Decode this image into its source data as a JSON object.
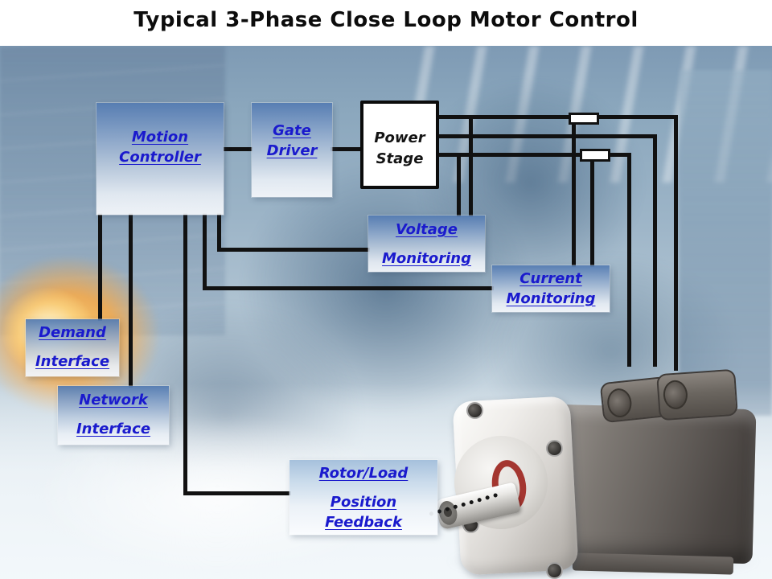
{
  "title": "Typical 3-Phase Close Loop Motor Control",
  "colors": {
    "link_text": "#1a1acd",
    "wire": "#111111",
    "shunt_fill": "#ffffff",
    "power_stage_text": "#141414"
  },
  "blocks": {
    "motion_controller": {
      "line1": "Motion",
      "line2": "Controller"
    },
    "gate_driver": {
      "line1": "Gate",
      "line2": "Driver"
    },
    "power_stage": {
      "line1": "Power",
      "line2": "Stage"
    },
    "voltage_monitoring": {
      "line1": "Voltage",
      "line2": "Monitoring"
    },
    "current_monitoring": {
      "line1": "Current",
      "line2": "Monitoring"
    },
    "demand_interface": {
      "line1": "Demand",
      "line2": "Interface"
    },
    "network_interface": {
      "line1": "Network",
      "line2": "Interface"
    },
    "rotor_feedback": {
      "line1": "Rotor/Load",
      "line2": "Position",
      "line3": "Feedback"
    }
  }
}
